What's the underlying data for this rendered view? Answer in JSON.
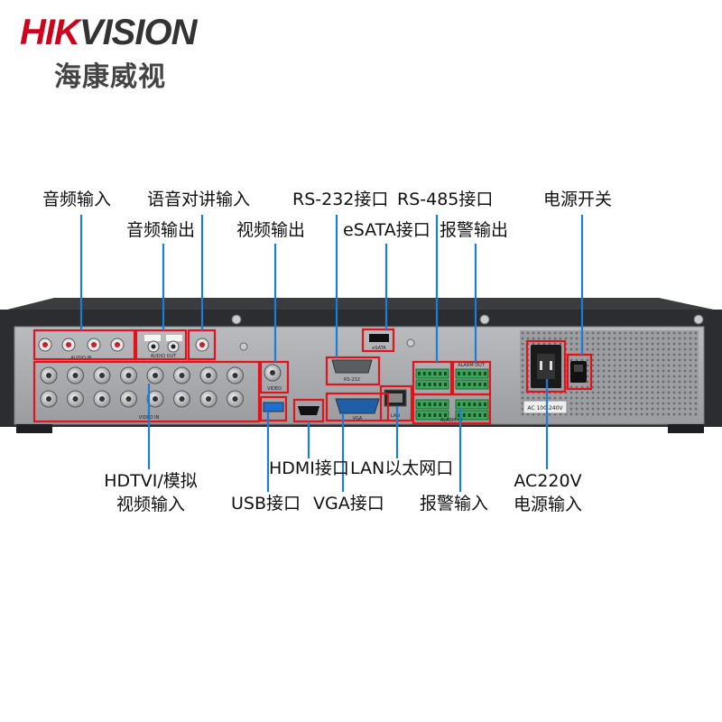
{
  "brand": {
    "name_en": "HIKVISION",
    "name_en_red": "HIK",
    "name_en_rest": "VISION",
    "name_cn": "海康威视"
  },
  "labels": {
    "audio_in": "音频输入",
    "talk_in": "语音对讲输入",
    "audio_out": "音频输出",
    "video_out": "视频输出",
    "rs232": "RS-232接口",
    "rs485": "RS-485接口",
    "esata": "eSATA接口",
    "alarm_out": "报警输出",
    "power_switch": "电源开关",
    "hdtvi_line1": "HDTVI/模拟",
    "hdtvi_line2": "视频输入",
    "usb": "USB接口",
    "hdmi": "HDMI接口",
    "vga": "VGA接口",
    "lan": "LAN以太网口",
    "alarm_in": "报警输入",
    "ac_line1": "AC220V",
    "ac_line2": "电源输入"
  },
  "panel_print": {
    "audio_in": "AUDIO IN",
    "audio_out": "AUDIO OUT",
    "video": "VIDEO",
    "esata": "eSATA",
    "rs232": "RS-232",
    "video_in": "VIDEO IN",
    "lan": "LAN",
    "vga": "VGA",
    "alarm_out": "ALARM OUT",
    "alarm_in": "ALARM IN",
    "ac_rating": "AC 100-240V"
  },
  "colors": {
    "callout_red": "#e3131b",
    "leader_blue": "#1d7cd6",
    "brand_red": "#d0021b",
    "panel_gray": "#a9abae",
    "chassis_dark": "#2b2d30"
  }
}
